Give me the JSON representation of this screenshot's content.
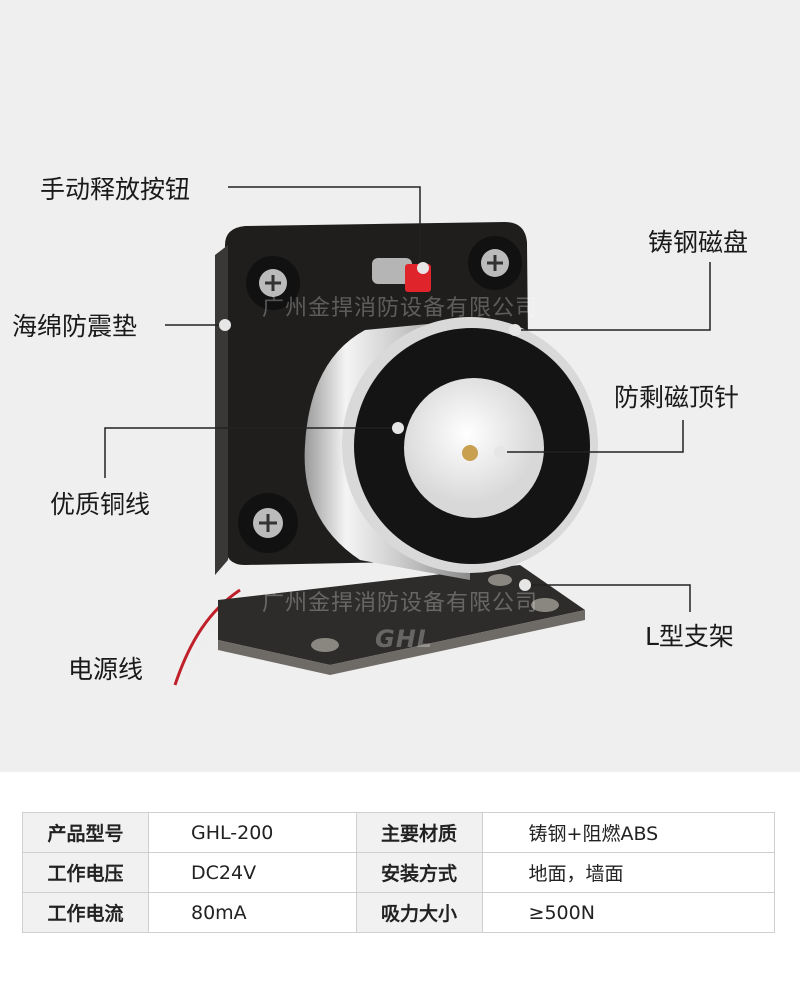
{
  "callouts": {
    "manual_release_button": "手动释放按钮",
    "cast_steel_disk": "铸钢磁盘",
    "sponge_pad": "海绵防震垫",
    "anti_remanence_pin": "防剩磁顶针",
    "copper_wire": "优质铜线",
    "l_bracket": "L型支架",
    "power_cord": "电源线"
  },
  "watermark": {
    "company": "广州金捍消防设备有限公司",
    "logo": "GHL"
  },
  "specs": [
    {
      "k1": "产品型号",
      "v1": "GHL-200",
      "k2": "主要材质",
      "v2": "铸钢+阻燃ABS"
    },
    {
      "k1": "工作电压",
      "v1": "DC24V",
      "k2": "安装方式",
      "v2": "地面，墙面"
    },
    {
      "k1": "工作电流",
      "v1": "80mA",
      "k2": "吸力大小",
      "v2": "≥500N"
    }
  ]
}
